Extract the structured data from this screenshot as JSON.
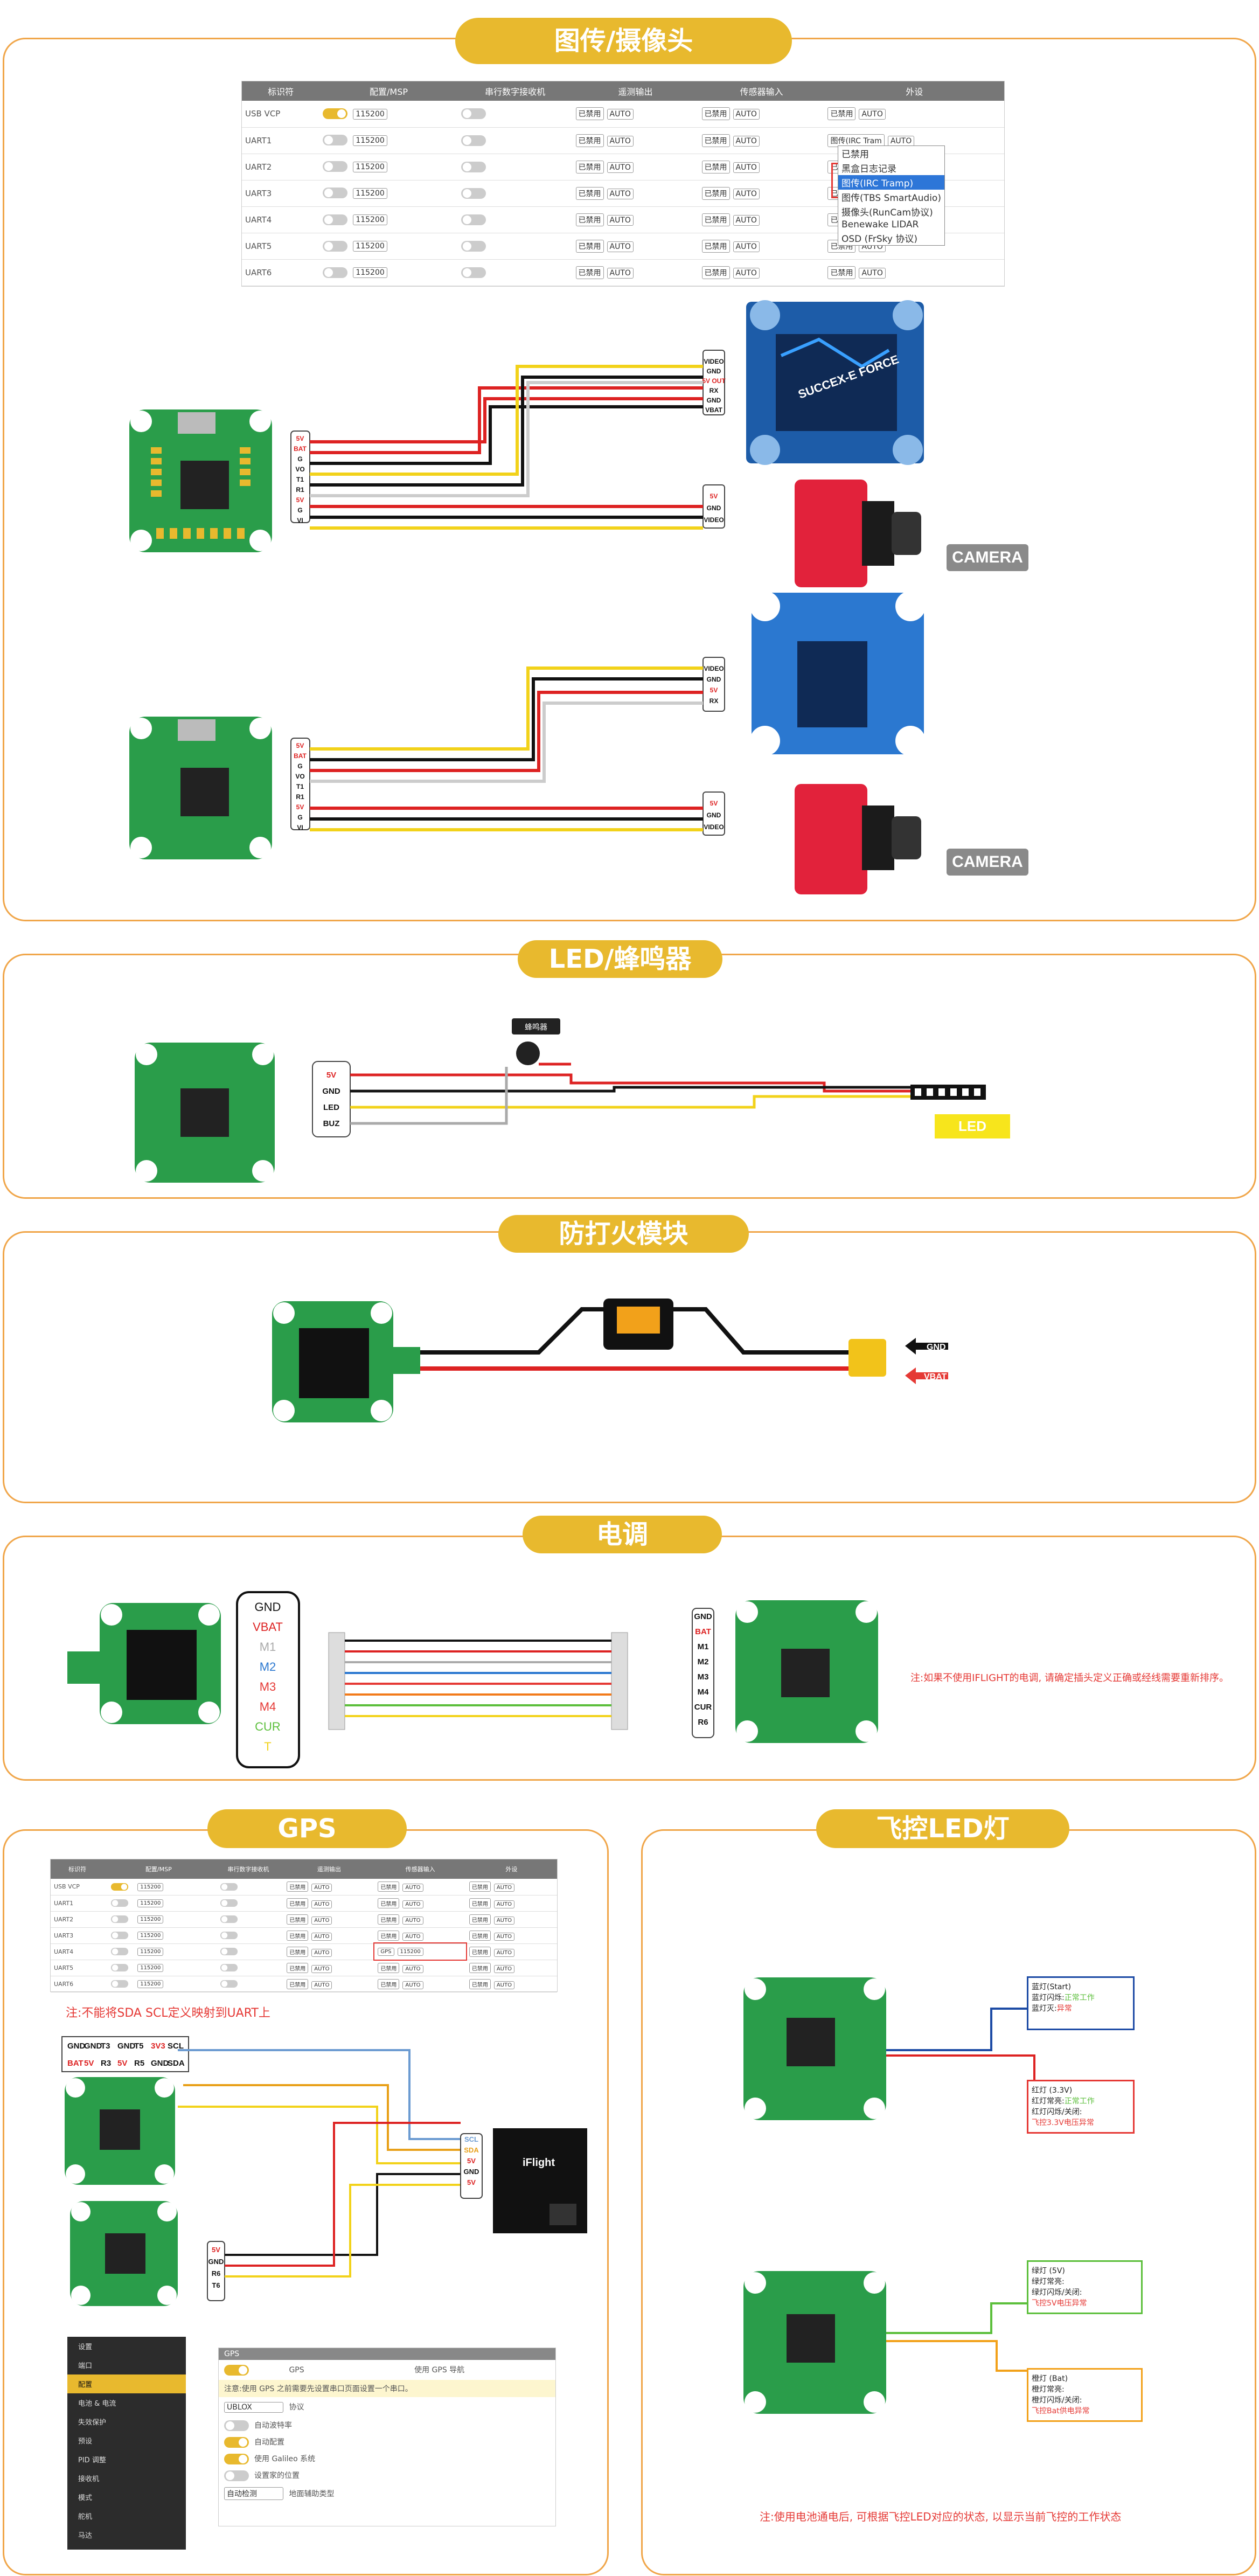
{
  "sections": {
    "vtx": {
      "title": "图传/摄像头"
    },
    "led": {
      "title": "LED/蜂鸣器"
    },
    "antispark": {
      "title": "防打火模块"
    },
    "esc": {
      "title": "电调"
    },
    "gps": {
      "title": "GPS"
    },
    "fcled": {
      "title": "飞控LED灯"
    }
  },
  "ports_table": {
    "headers": [
      "标识符",
      "配置/MSP",
      "串行数字接收机",
      "遥测输出",
      "传感器输入",
      "外设"
    ],
    "rows": [
      {
        "id": "USB VCP",
        "on": true,
        "baud": "115200"
      },
      {
        "id": "UART1",
        "on": false,
        "baud": "115200"
      },
      {
        "id": "UART2",
        "on": false,
        "baud": "115200"
      },
      {
        "id": "UART3",
        "on": false,
        "baud": "115200"
      },
      {
        "id": "UART4",
        "on": false,
        "baud": "115200"
      },
      {
        "id": "UART5",
        "on": false,
        "baud": "115200"
      },
      {
        "id": "UART6",
        "on": false,
        "baud": "115200"
      }
    ],
    "disabled": "已禁用",
    "auto": "AUTO",
    "periph_uart1": "图传(IRC Tram",
    "dropdown": [
      "已禁用",
      "黑盒日志记录",
      "图传(IRC Tramp)",
      "图传(TBS SmartAudio)",
      "摄像头(RunCam协议)",
      "Benewake LIDAR",
      "OSD (FrSky 协议)"
    ]
  },
  "vtx_wiring": {
    "fc_pins_1": [
      "5V",
      "BAT",
      "G",
      "VO",
      "T1",
      "R1",
      "5V",
      "G",
      "VI"
    ],
    "vtx1_pins": [
      "VIDEO",
      "GND",
      "5V OUT",
      "RX",
      "GND",
      "VBAT"
    ],
    "cam_pins": [
      "5V",
      "GND",
      "VIDEO"
    ],
    "vtx2_pins": [
      "VIDEO",
      "GND",
      "5V",
      "RX"
    ],
    "camera_label": "CAMERA",
    "vtx1_brand": "SUCCEX-E FORCE"
  },
  "led_wiring": {
    "pins": [
      "5V",
      "GND",
      "LED",
      "BUZ"
    ],
    "buzzer": "蜂鸣器",
    "led_label": "LED"
  },
  "antispark_wiring": {
    "gnd": "GND",
    "vbat": "VBAT"
  },
  "esc_wiring": {
    "esc_pins": [
      "GND",
      "VBAT",
      "M1",
      "M2",
      "M3",
      "M4",
      "CUR",
      "T"
    ],
    "fc_pins": [
      "GND",
      "BAT",
      "M1",
      "M2",
      "M3",
      "M4",
      "CUR",
      "R6"
    ],
    "note": "注:如果不使用IFLIGHT的电调, 请确定插头定义正确或经线需要重新排序。"
  },
  "gps_wiring": {
    "note": "注:不能将SDA SCL定义映射到UART上",
    "top_pins": [
      "GND",
      "GND",
      "T3",
      "GND",
      "T5",
      "3V3",
      "SCL"
    ],
    "bottom_pins": [
      "BAT",
      "5V",
      "R3",
      "5V",
      "R5",
      "GND",
      "SDA"
    ],
    "module_pins": [
      "SCL",
      "SDA",
      "5V",
      "GND",
      "5V"
    ],
    "fc2_pins": [
      "5V",
      "GND",
      "R6",
      "T6"
    ],
    "gps_value": "GPS",
    "brand": "iFlight",
    "cfg": {
      "menu": [
        "设置",
        "端口",
        "配置",
        "电池 & 电流",
        "失效保护",
        "预设",
        "PID 调整",
        "接收机",
        "模式",
        "舵机",
        "马达"
      ],
      "header": "GPS",
      "toggle_label": "GPS",
      "toggle_desc": "使用 GPS 导航",
      "warning": "注意:使用 GPS 之前需要先设置串口页面设置一个串口。",
      "protocol": "UBLOX",
      "protocol_label": "协议",
      "opts": [
        "自动波特率",
        "自动配置",
        "使用 Galileo 系统",
        "设置家的位置"
      ],
      "opt_on": [
        false,
        true,
        true,
        false
      ],
      "ground": "自动检测",
      "ground_label": "地面辅助类型"
    }
  },
  "fcled_wiring": {
    "blue": {
      "title": "蓝灯(Start)",
      "l1": "蓝灯闪烁:",
      "v1": "正常工作",
      "l2": "蓝灯灭:",
      "v2": "异常"
    },
    "red": {
      "title": "红灯 (3.3V)",
      "l1": "红灯常亮:",
      "v1": "正常工作",
      "l2": "红灯闪烁/关闭:",
      "v2": "飞控3.3V电压异常"
    },
    "green": {
      "title": "绿灯 (5V)",
      "l1": "绿灯常亮:",
      "l2": "绿灯闪烁/关闭:",
      "v2": "飞控5V电压异常"
    },
    "orange": {
      "title": "橙灯 (Bat)",
      "l1": "橙灯常亮:",
      "l2": "橙灯闪烁/关闭:",
      "v2": "飞控Bat供电异常"
    },
    "note": "注:使用电池通电后, 可根据飞控LED对应的状态, 以显示当前飞控的工作状态"
  }
}
